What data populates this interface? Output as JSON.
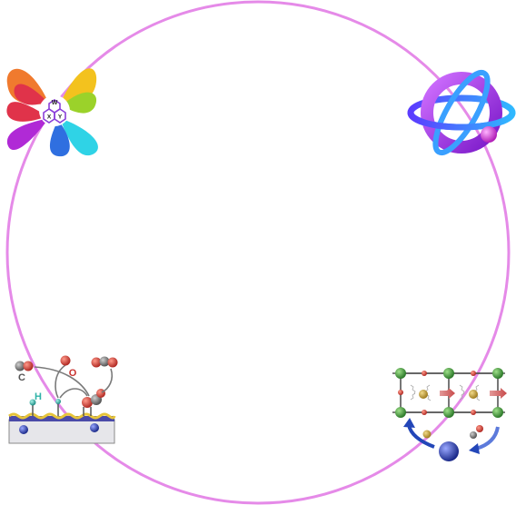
{
  "colors": {
    "ring": "#e58ae8",
    "logo_orange": "#f07a2e",
    "logo_yellow": "#f3c21e",
    "logo_green": "#9bd22a",
    "logo_cyan": "#2fd3e6",
    "logo_blue": "#2f6fe0",
    "logo_purple": "#b02ad6",
    "logo_red": "#e0334a",
    "atom_purple": "#a12de0",
    "atom_blue": "#3aa0ff",
    "atom_magenta": "#d93ad9",
    "oxygen_red": "#c8322e",
    "carbon_grey": "#6b6b6b",
    "hydrogen_teal": "#2fb3a8",
    "lattice_green": "#3f9a3a",
    "lattice_gold": "#c9a23a",
    "arrow_blue": "#2346b8",
    "surface_blue": "#4a4aa8",
    "surface_yellow": "#e6c43a"
  },
  "icons": {
    "top_left": "colorful-molecule-logo-icon",
    "top_right": "atom-orbit-icon",
    "bottom_left": "surface-catalysis-icon",
    "bottom_right": "crystal-lattice-icon"
  },
  "logo": {
    "letter_top": "W",
    "letter_left": "X",
    "letter_right": "Y"
  },
  "catalysis": {
    "label_c": "C",
    "label_o": "O",
    "label_h": "H"
  }
}
